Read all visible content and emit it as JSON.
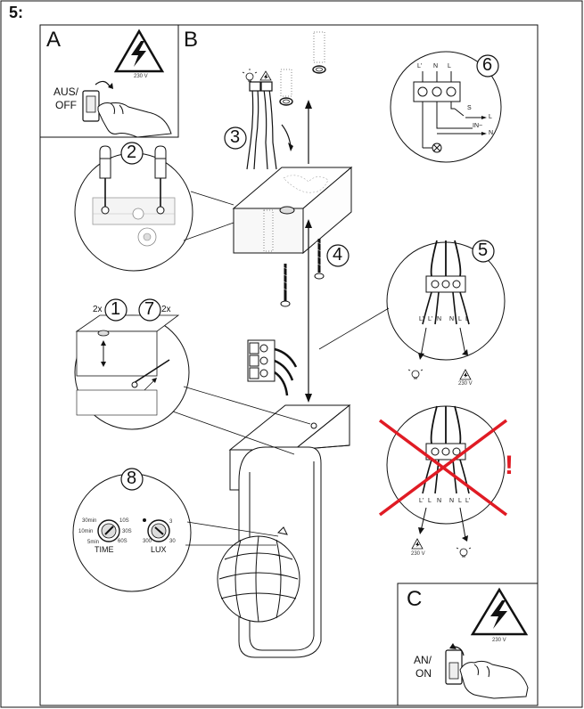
{
  "step_heading": "5:",
  "panels": {
    "a": {
      "letter": "A",
      "switch_label_line1": "AUS/",
      "switch_label_line2": "OFF",
      "voltage": "230 V"
    },
    "b": {
      "letter": "B"
    },
    "c": {
      "letter": "C",
      "switch_label_line1": "AN/",
      "switch_label_line2": "ON",
      "voltage": "230 V"
    }
  },
  "step_numbers": {
    "one": "1",
    "two": "2",
    "three": "3",
    "four": "4",
    "five": "5",
    "six": "6",
    "seven": "7",
    "eight": "8"
  },
  "quantity_labels": {
    "left": "2x",
    "right": "2x"
  },
  "wiring_diagram_6": {
    "terminals": [
      "L'",
      "N",
      "L"
    ],
    "labels": {
      "s": "S",
      "l": "L",
      "in": "IN~",
      "n": "N"
    }
  },
  "detail_5": {
    "bottom_labels": [
      "L'",
      "L'",
      "N",
      "N",
      "L",
      "L"
    ],
    "source_voltage": "230 V"
  },
  "detail_wrong": {
    "warning": "!",
    "bottom_labels": [
      "L'",
      "L",
      "N",
      "N",
      "L",
      "L'"
    ],
    "source_voltage": "230 V"
  },
  "dial_8": {
    "time_label": "TIME",
    "lux_label": "LUX",
    "time_marks": [
      "30min",
      "10min",
      "5min",
      "10S",
      "30S",
      "60S"
    ],
    "lux_marks": [
      "300",
      "30",
      "3"
    ]
  },
  "colors": {
    "cross": "#e01b24",
    "line": "#111111"
  }
}
